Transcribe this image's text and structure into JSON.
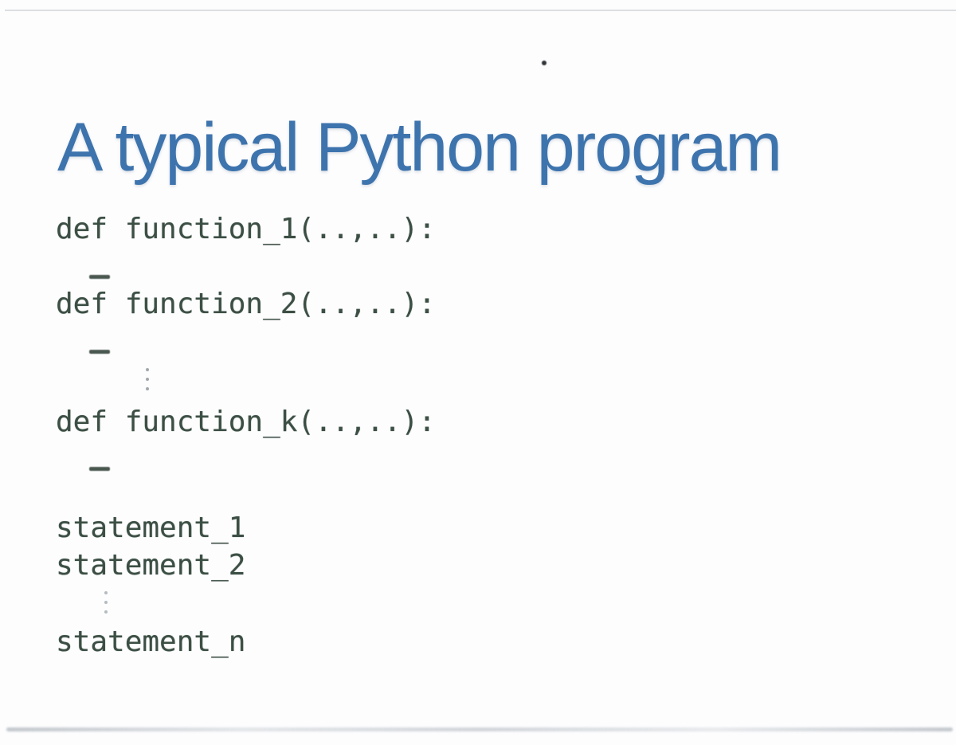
{
  "slide": {
    "title": "A typical Python program",
    "code": {
      "def_function_1": "def function_1(..,..):",
      "def_function_2": "def function_2(..,..):",
      "def_function_k": "def function_k(..,..):",
      "statement_1": "statement_1",
      "statement_2": "statement_2",
      "statement_n": "statement_n"
    },
    "colors": {
      "title_text": "#3e74ad",
      "code_text": "#3c4f44",
      "background": "#fdfdfe",
      "rule_gray": "#dcdfe2"
    }
  }
}
